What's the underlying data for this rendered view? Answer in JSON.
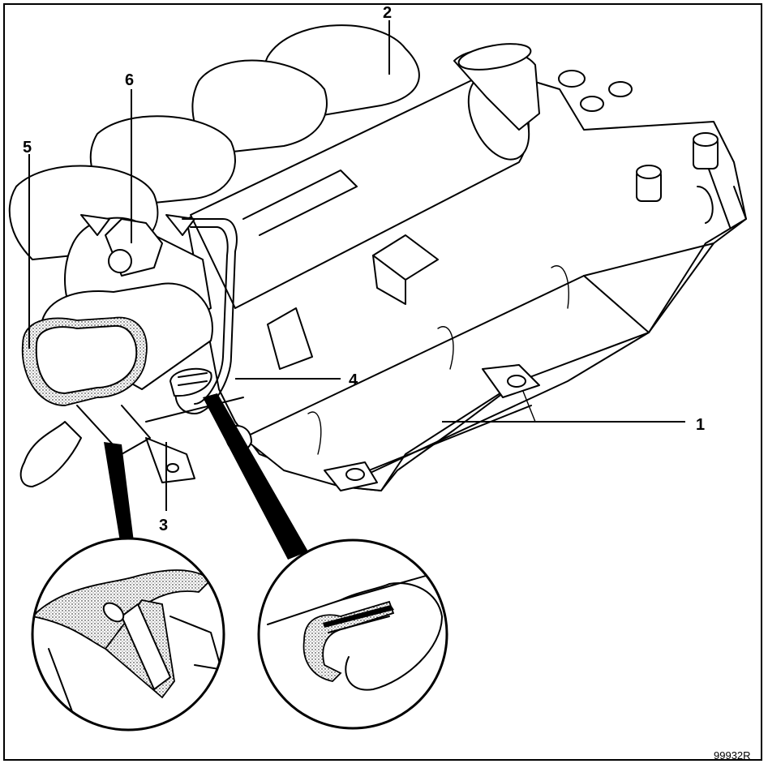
{
  "figure": {
    "callouts": [
      {
        "id": "1",
        "label": "1"
      },
      {
        "id": "2",
        "label": "2"
      },
      {
        "id": "3",
        "label": "3"
      },
      {
        "id": "4",
        "label": "4"
      },
      {
        "id": "5",
        "label": "5"
      },
      {
        "id": "6",
        "label": "6"
      }
    ],
    "reference_code": "99932R"
  }
}
